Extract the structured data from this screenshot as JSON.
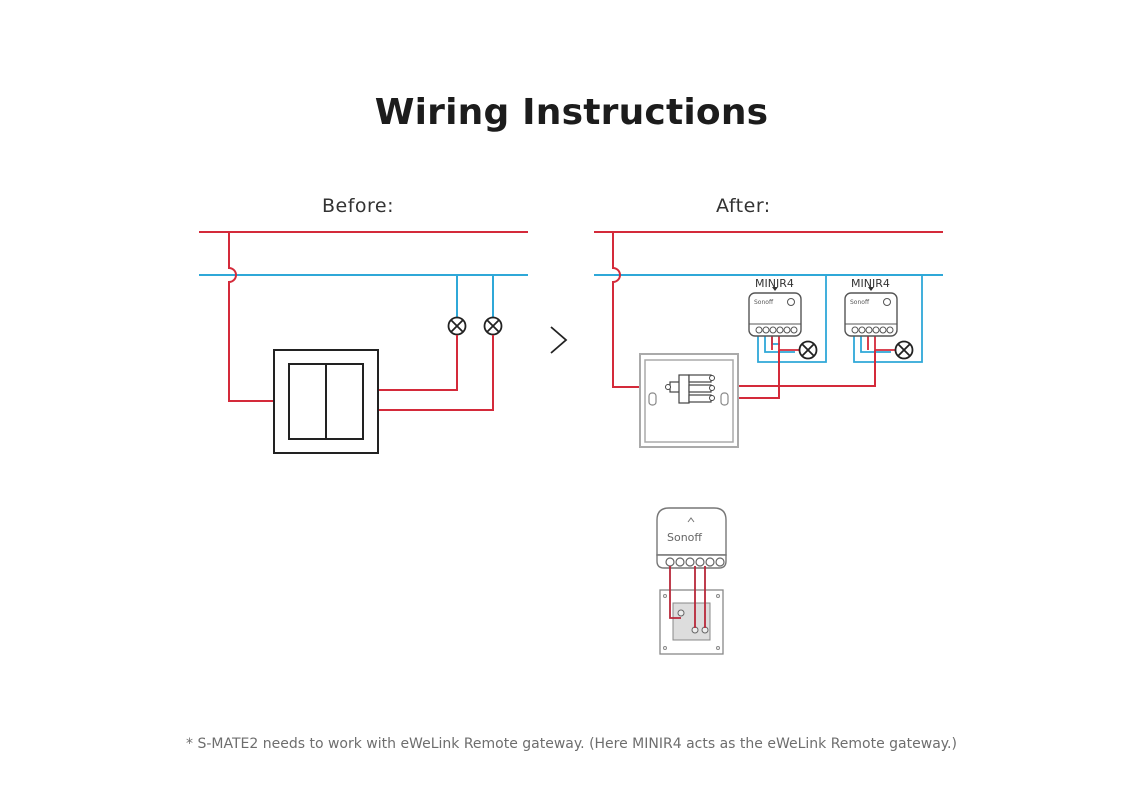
{
  "title": "Wiring Instructions",
  "panels": {
    "before": {
      "label": "Before:"
    },
    "after": {
      "label": "After:"
    }
  },
  "devices": {
    "module_label_1": "MINIR4",
    "module_label_2": "MINIR4",
    "brand_small": "Sonoff",
    "brand_large": "Sonoff"
  },
  "colors": {
    "live_wire": "#d42a3a",
    "neutral_wire": "#2fa8d8",
    "outline": "#222222",
    "device_outline": "#777777"
  },
  "icons": {
    "arrow": "chevron-right-icon",
    "lamp": "lamp-symbol-icon"
  },
  "footnote": "* S-MATE2 needs to work with eWeLink Remote gateway. (Here MINIR4 acts as the eWeLink Remote gateway.)"
}
